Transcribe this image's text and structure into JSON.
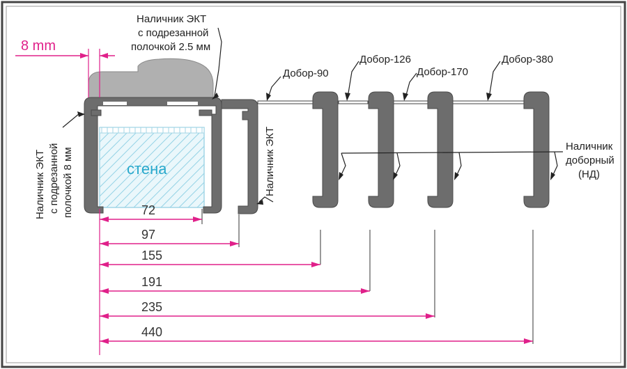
{
  "colors": {
    "dimension": "#e0208a",
    "profile": "#6d6d6d",
    "wall_text": "#29a9cc"
  },
  "labels": {
    "top_casing": [
      "Наличник ЭКТ",
      "с подрезанной",
      "полочкой 2.5 мм"
    ],
    "side_casing": [
      "Наличник ЭКТ",
      "с подрезанной",
      "полочкой 8 мм"
    ],
    "wall": "стена",
    "nalichnik_ekt": "Наличник ЭКТ",
    "offset": "8 mm",
    "dobor_90": "Добор-90",
    "dobor_126": "Добор-126",
    "dobor_170": "Добор-170",
    "dobor_380": "Добор-380",
    "nd": [
      "Наличник",
      "доборный",
      "(НД)"
    ]
  },
  "dimensions": [
    {
      "label": "72"
    },
    {
      "label": "97"
    },
    {
      "label": "155"
    },
    {
      "label": "191"
    },
    {
      "label": "235"
    },
    {
      "label": "440"
    }
  ]
}
